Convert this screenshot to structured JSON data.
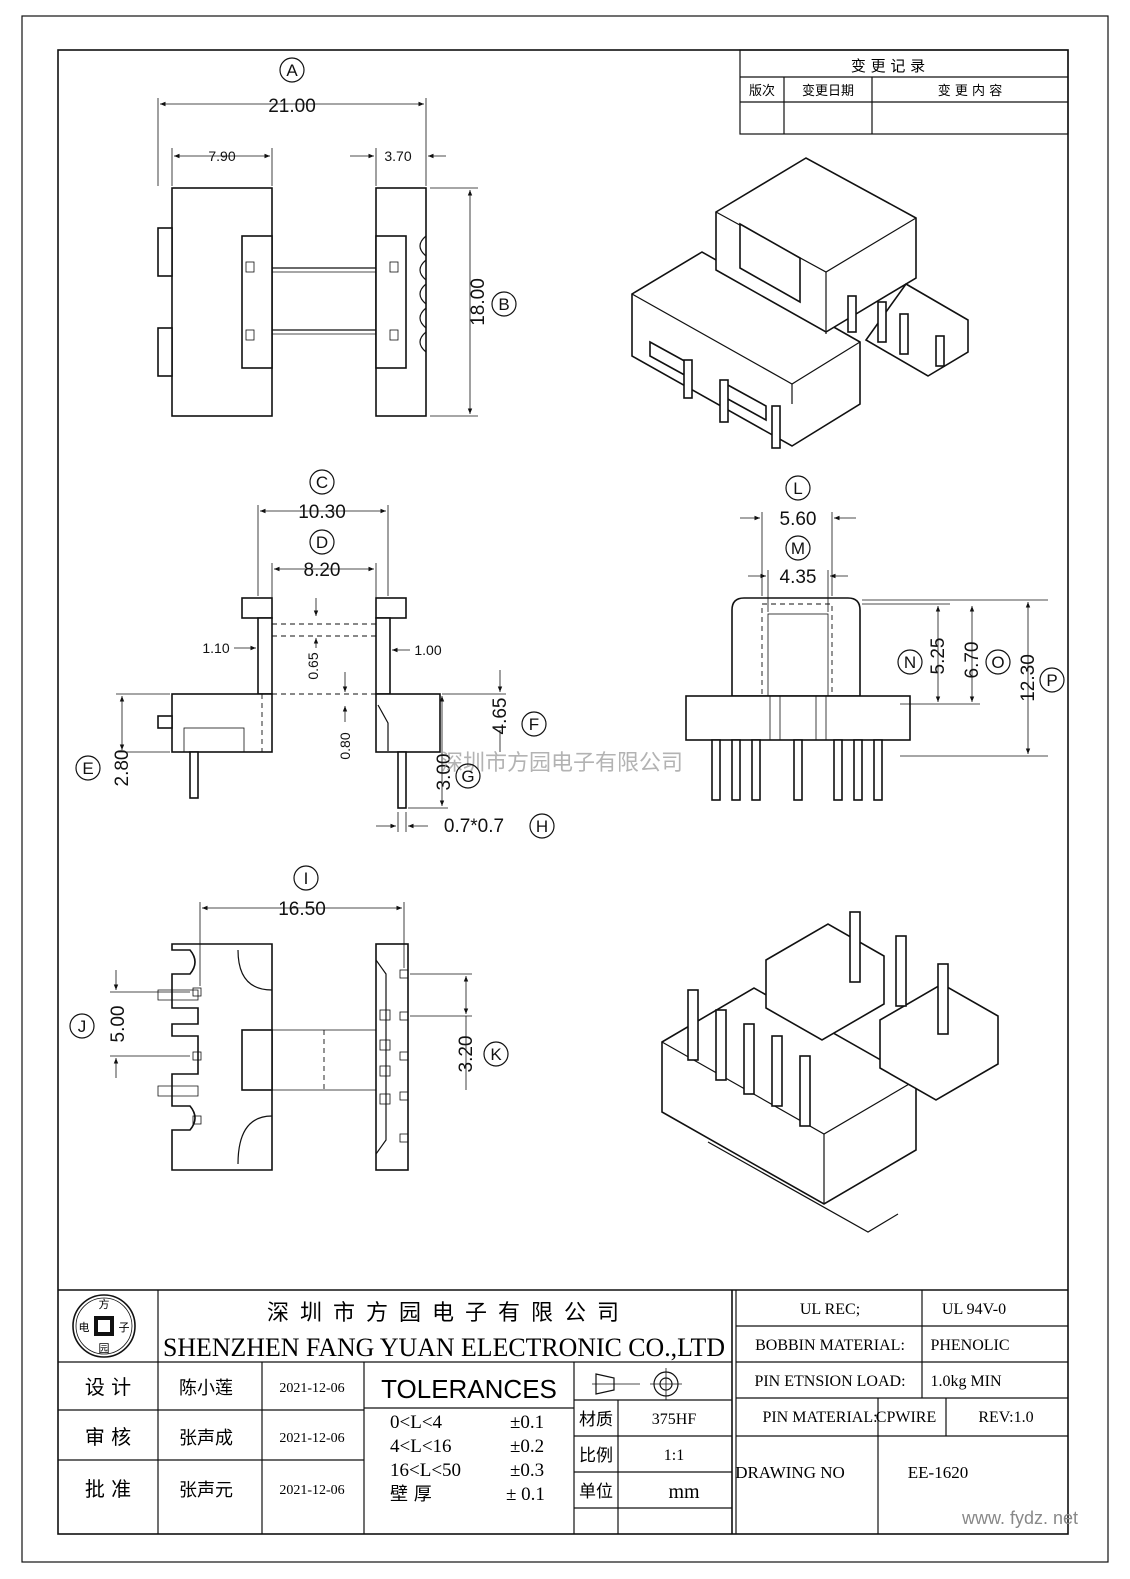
{
  "change_record": {
    "title": "变 更 记 录",
    "col_version": "版次",
    "col_date": "变更日期",
    "col_content": "变 更 内 容"
  },
  "dimensions": {
    "A": "21.00",
    "A_left": "7.90",
    "A_right": "3.70",
    "B": "18.00",
    "C": "10.30",
    "D": "8.20",
    "left_wall": "1.10",
    "right_wall": "1.00",
    "flange": "0.65",
    "base_slot": "0.80",
    "E": "2.80",
    "F": "4.65",
    "G": "3.00",
    "H": "0.7*0.7",
    "I": "16.50",
    "J": "5.00",
    "K": "3.20",
    "L": "5.60",
    "M": "4.35",
    "N": "5.25",
    "O": "6.70",
    "P": "12.30"
  },
  "callouts": [
    "A",
    "B",
    "C",
    "D",
    "E",
    "F",
    "G",
    "H",
    "I",
    "J",
    "K",
    "L",
    "M",
    "N",
    "O",
    "P"
  ],
  "watermark": "深圳市方园电子有限公司",
  "title_block": {
    "logo": {
      "top": "方",
      "left": "电",
      "right": "子",
      "bottom": "园"
    },
    "company_cn": "深 圳 市 方 园 电 子 有 限 公 司",
    "company_en": "SHENZHEN FANG YUAN ELECTRONIC CO.,LTD",
    "design_label": "设  计",
    "designer": "陈小莲",
    "design_date": "2021-12-06",
    "review_label": "审  核",
    "reviewer": "张声成",
    "review_date": "2021-12-06",
    "approve_label": "批  准",
    "approver": "张声元",
    "approve_date": "2021-12-06",
    "tolerances_title": "TOLERANCES",
    "tol_rows": [
      {
        "range": "0<L<4",
        "value": "±0.1"
      },
      {
        "range": "4<L<16",
        "value": "±0.2"
      },
      {
        "range": "16<L<50",
        "value": "±0.3"
      },
      {
        "range": "壁    厚",
        "value": "±  0.1"
      }
    ],
    "material_label": "材质",
    "material_value": "375HF",
    "scale_label": "比例",
    "scale_value": "1:1",
    "unit_label": "单位",
    "unit_value": "mm",
    "ul_rec_label": "UL REC;",
    "ul_rec_value": "UL  94V-0",
    "bobbin_label": "BOBBIN MATERIAL:",
    "bobbin_value": "PHENOLIC",
    "pin_load_label": "PIN ETNSION LOAD:",
    "pin_load_value": "1.0kg MIN",
    "pin_mat_label": "PIN MATERIAL:",
    "pin_mat_value": "CPWIRE",
    "rev": "REV:1.0",
    "drawing_no_label": "DRAWING NO",
    "drawing_no_value": "EE-1620"
  },
  "footer_site": "www. fydz. net"
}
